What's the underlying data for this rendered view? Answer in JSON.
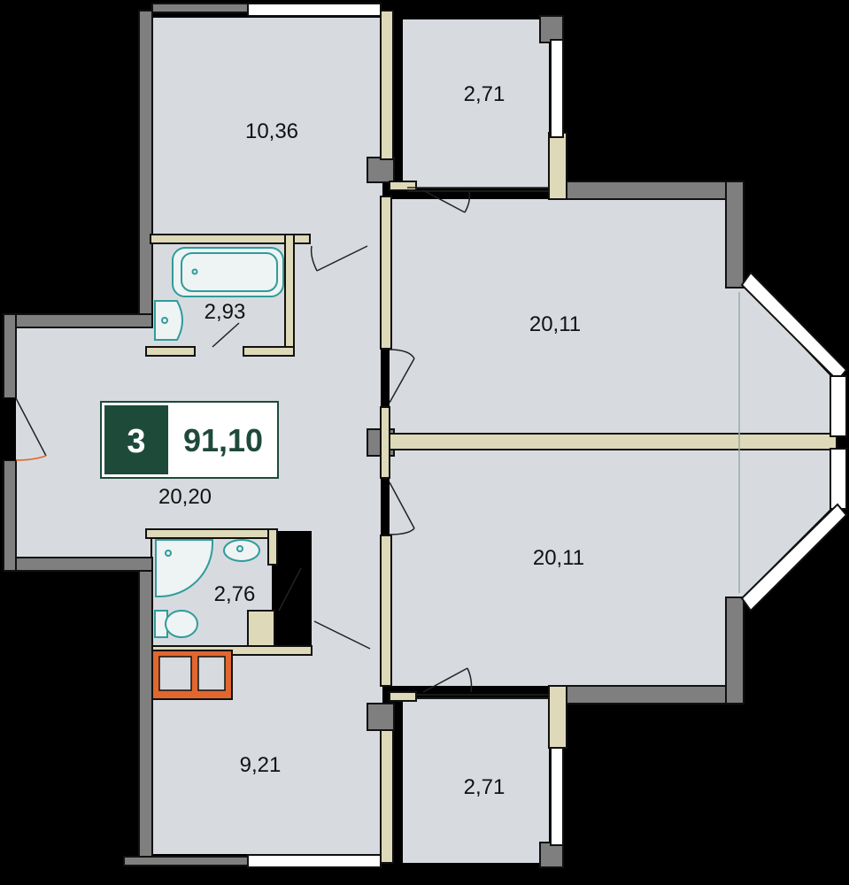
{
  "plan": {
    "rooms": 3,
    "total_area": "91,10",
    "colors": {
      "floor": "#d7dbe0",
      "wall_outer": "#7f7f7f",
      "wall_inner": "#ded9b8",
      "badge": "#1e4a3a",
      "fixture": "#2f9c9a",
      "duct": "#e1672f"
    },
    "areas": {
      "bedroom_top": "10,36",
      "balcony_top": "2,71",
      "bathroom": "2,93",
      "hall": "20,20",
      "living_top": "20,11",
      "living_bottom": "20,11",
      "wc": "2,76",
      "bedroom_bottom": "9,21",
      "balcony_bottom": "2,71"
    }
  }
}
